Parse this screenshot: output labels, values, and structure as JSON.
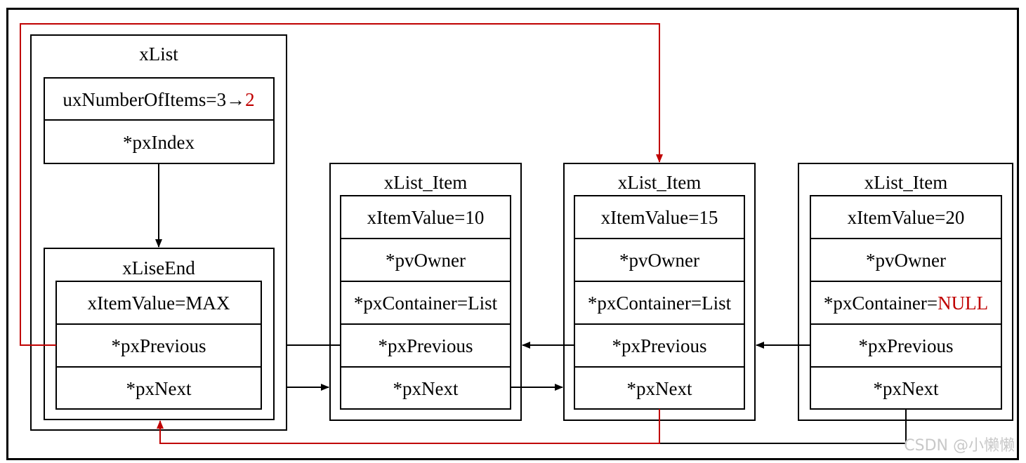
{
  "colors": {
    "line": "#000000",
    "highlight": "#c00000",
    "watermark": "#c8c8c8"
  },
  "xlist": {
    "title": "xList",
    "count_label": "uxNumberOfItems=3",
    "count_arrow": "→",
    "count_new": "2",
    "index_label": "*pxIndex"
  },
  "end": {
    "title": "xLiseEnd",
    "value_label": "xItemValue=MAX",
    "previous_label": "*pxPrevious",
    "next_label": "*pxNext"
  },
  "items": [
    {
      "title": "xList_Item",
      "value_label": "xItemValue=10",
      "owner_label": "*pvOwner",
      "container_label": "*pxContainer=",
      "container_value": "List",
      "previous_label": "*pxPrevious",
      "next_label": "*pxNext"
    },
    {
      "title": "xList_Item",
      "value_label": "xItemValue=15",
      "owner_label": "*pvOwner",
      "container_label": "*pxContainer=",
      "container_value": "List",
      "previous_label": "*pxPrevious",
      "next_label": "*pxNext"
    },
    {
      "title": "xList_Item",
      "value_label": "xItemValue=20",
      "owner_label": "*pvOwner",
      "container_label": "*pxContainer=",
      "container_value": "NULL",
      "previous_label": "*pxPrevious",
      "next_label": "*pxNext"
    }
  ],
  "watermark": "CSDN @小懒懒"
}
